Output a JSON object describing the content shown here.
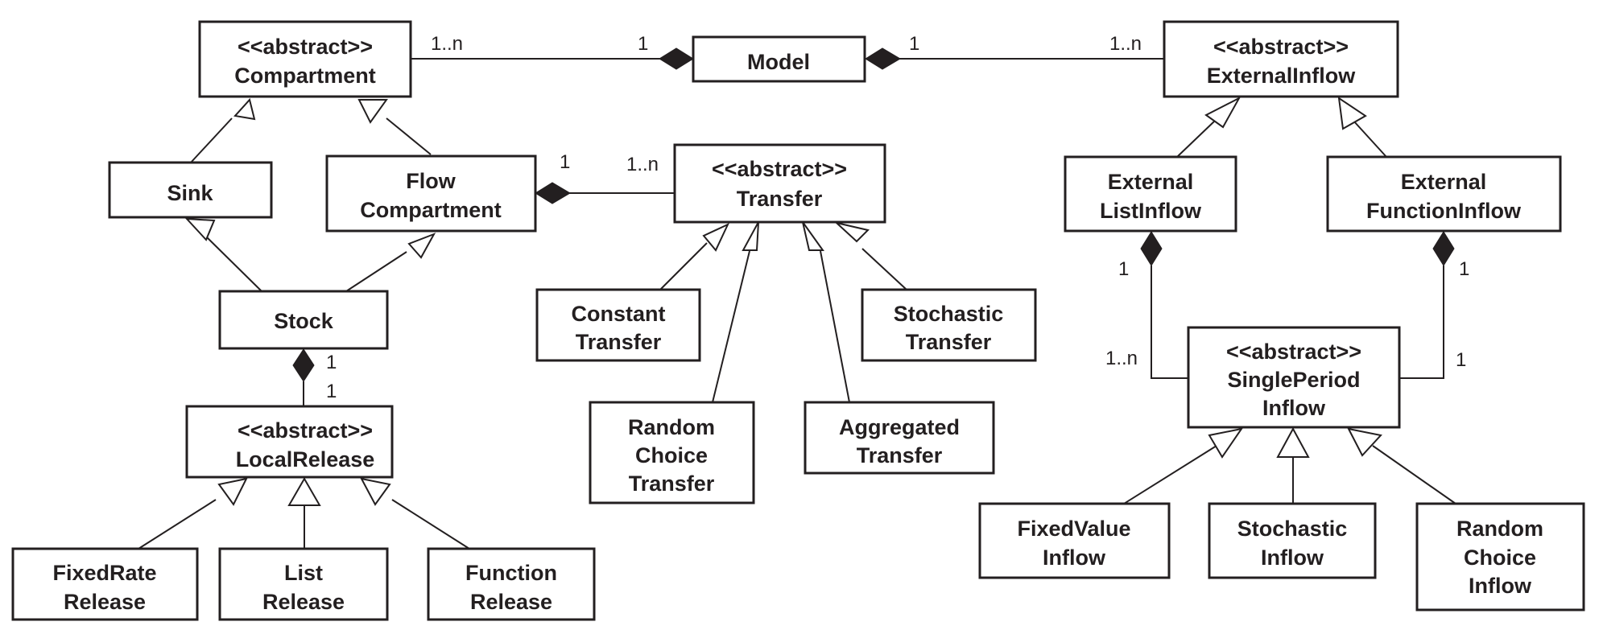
{
  "boxes": [
    {
      "id": "compartment",
      "lines": [
        "<<abstract>>",
        "Compartment"
      ]
    },
    {
      "id": "model",
      "lines": [
        "Model"
      ]
    },
    {
      "id": "external_inflow",
      "lines": [
        "<<abstract>>",
        "ExternalInflow"
      ]
    },
    {
      "id": "sink",
      "lines": [
        "Sink"
      ]
    },
    {
      "id": "flow_compartment",
      "lines": [
        "Flow",
        "Compartment"
      ]
    },
    {
      "id": "transfer",
      "lines": [
        "<<abstract>>",
        "Transfer"
      ]
    },
    {
      "id": "external_list_inflow",
      "lines": [
        "External",
        "ListInflow"
      ]
    },
    {
      "id": "external_function_inflow",
      "lines": [
        "External",
        "FunctionInflow"
      ]
    },
    {
      "id": "stock",
      "lines": [
        "Stock"
      ]
    },
    {
      "id": "constant_transfer",
      "lines": [
        "Constant",
        "Transfer"
      ]
    },
    {
      "id": "stochastic_transfer",
      "lines": [
        "Stochastic",
        "Transfer"
      ]
    },
    {
      "id": "single_period_inflow",
      "lines": [
        "<<abstract>>",
        "SinglePeriod",
        "Inflow"
      ]
    },
    {
      "id": "local_release",
      "lines": [
        "<<abstract>>",
        "LocalRelease"
      ]
    },
    {
      "id": "random_choice_transfer",
      "lines": [
        "Random",
        "Choice",
        "Transfer"
      ]
    },
    {
      "id": "aggregated_transfer",
      "lines": [
        "Aggregated",
        "Transfer"
      ]
    },
    {
      "id": "fixed_value_inflow",
      "lines": [
        "FixedValue",
        "Inflow"
      ]
    },
    {
      "id": "stochastic_inflow",
      "lines": [
        "Stochastic",
        "Inflow"
      ]
    },
    {
      "id": "random_choice_inflow",
      "lines": [
        "Random",
        "Choice",
        "Inflow"
      ]
    },
    {
      "id": "fixed_rate_release",
      "lines": [
        "FixedRate",
        "Release"
      ]
    },
    {
      "id": "list_release",
      "lines": [
        "List",
        "Release"
      ]
    },
    {
      "id": "function_release",
      "lines": [
        "Function",
        "Release"
      ]
    }
  ],
  "relations": [
    {
      "type": "composition",
      "whole": "model",
      "part": "compartment",
      "whole_mult": "1",
      "part_mult": "1..n"
    },
    {
      "type": "composition",
      "whole": "model",
      "part": "external_inflow",
      "whole_mult": "1",
      "part_mult": "1..n"
    },
    {
      "type": "composition",
      "whole": "flow_compartment",
      "part": "transfer",
      "whole_mult": "1",
      "part_mult": "1..n"
    },
    {
      "type": "composition",
      "whole": "stock",
      "part": "local_release",
      "whole_mult": "1",
      "part_mult": "1"
    },
    {
      "type": "composition",
      "whole": "external_list_inflow",
      "part": "single_period_inflow",
      "whole_mult": "1",
      "part_mult": "1..n"
    },
    {
      "type": "composition",
      "whole": "external_function_inflow",
      "part": "single_period_inflow",
      "whole_mult": "1",
      "part_mult": "1"
    },
    {
      "type": "generalization",
      "child": "sink",
      "parent": "compartment"
    },
    {
      "type": "generalization",
      "child": "flow_compartment",
      "parent": "compartment"
    },
    {
      "type": "generalization",
      "child": "stock",
      "parent": "sink"
    },
    {
      "type": "generalization",
      "child": "stock",
      "parent": "flow_compartment"
    },
    {
      "type": "generalization",
      "child": "constant_transfer",
      "parent": "transfer"
    },
    {
      "type": "generalization",
      "child": "random_choice_transfer",
      "parent": "transfer"
    },
    {
      "type": "generalization",
      "child": "aggregated_transfer",
      "parent": "transfer"
    },
    {
      "type": "generalization",
      "child": "stochastic_transfer",
      "parent": "transfer"
    },
    {
      "type": "generalization",
      "child": "external_list_inflow",
      "parent": "external_inflow"
    },
    {
      "type": "generalization",
      "child": "external_function_inflow",
      "parent": "external_inflow"
    },
    {
      "type": "generalization",
      "child": "fixed_value_inflow",
      "parent": "single_period_inflow"
    },
    {
      "type": "generalization",
      "child": "stochastic_inflow",
      "parent": "single_period_inflow"
    },
    {
      "type": "generalization",
      "child": "random_choice_inflow",
      "parent": "single_period_inflow"
    },
    {
      "type": "generalization",
      "child": "fixed_rate_release",
      "parent": "local_release"
    },
    {
      "type": "generalization",
      "child": "list_release",
      "parent": "local_release"
    },
    {
      "type": "generalization",
      "child": "function_release",
      "parent": "local_release"
    }
  ],
  "colors": {
    "line": "#231f20",
    "background": "#ffffff"
  }
}
